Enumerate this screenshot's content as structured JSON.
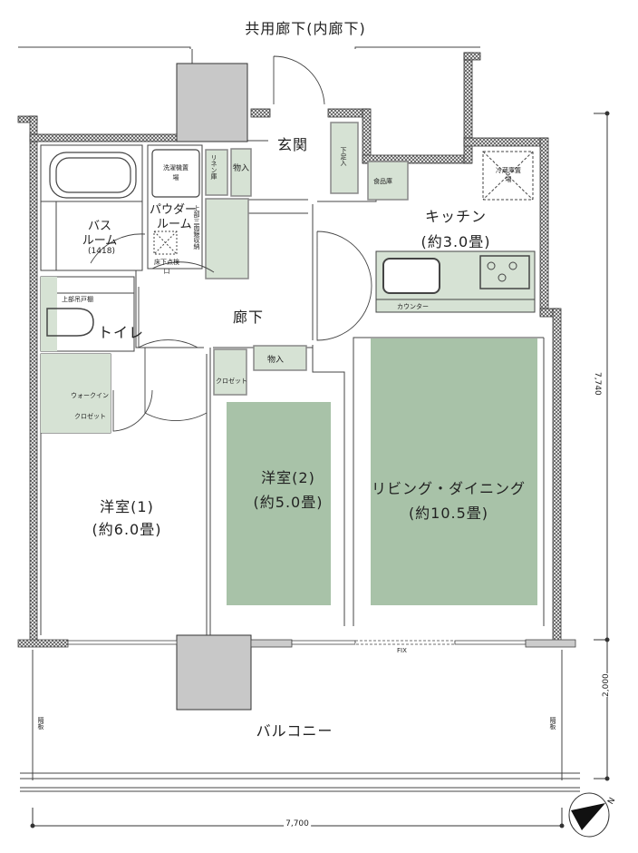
{
  "title": "共用廊下(内廊下)",
  "colors": {
    "room_green": "#a8c2a8",
    "fixture_green": "#d6e2d4",
    "shaft_gray": "#c8c8c8",
    "wall_hatch": "#555555",
    "line": "#444444"
  },
  "rooms": {
    "entrance": "玄関",
    "kitchen": {
      "name": "キッチン",
      "size": "(約3.0畳)"
    },
    "bathroom": {
      "name_line1": "バス",
      "name_line2": "ルーム",
      "size": "(1418)"
    },
    "powder_room": {
      "name_line1": "パウダー",
      "name_line2": "ルーム"
    },
    "toilet": "トイレ",
    "hallway": "廊下",
    "western_room_1": {
      "name": "洋室(1)",
      "size": "(約6.0畳)"
    },
    "western_room_2": {
      "name": "洋室(2)",
      "size": "(約5.0畳)"
    },
    "living_dining": {
      "name": "リビング・ダイニング",
      "size": "(約10.5畳)"
    },
    "balcony": "バルコニー"
  },
  "fixtures": {
    "washer_space": "洗濯機置場",
    "linen_storage": "リネン庫",
    "storage_1": "物入",
    "storage_2": "物入",
    "shoe_storage": "下足入",
    "pantry": "食品庫",
    "fridge_space": "冷蔵庫置場",
    "counter": "カウンター",
    "mirror_storage": "上部三面鏡収納",
    "underfloor_hatch": "床下点検口",
    "upper_cabinet": "上部吊戸棚",
    "walk_in_closet_line1": "ウォークイン",
    "walk_in_closet_line2": "クロゼット",
    "closet": "クロゼット",
    "partition_left": "隔板",
    "partition_right": "隔板",
    "fix_window": "FIX"
  },
  "dimensions": {
    "height_main": "7,740",
    "height_balcony": "2,000",
    "width": "7,700"
  },
  "compass": {
    "label": "N"
  }
}
